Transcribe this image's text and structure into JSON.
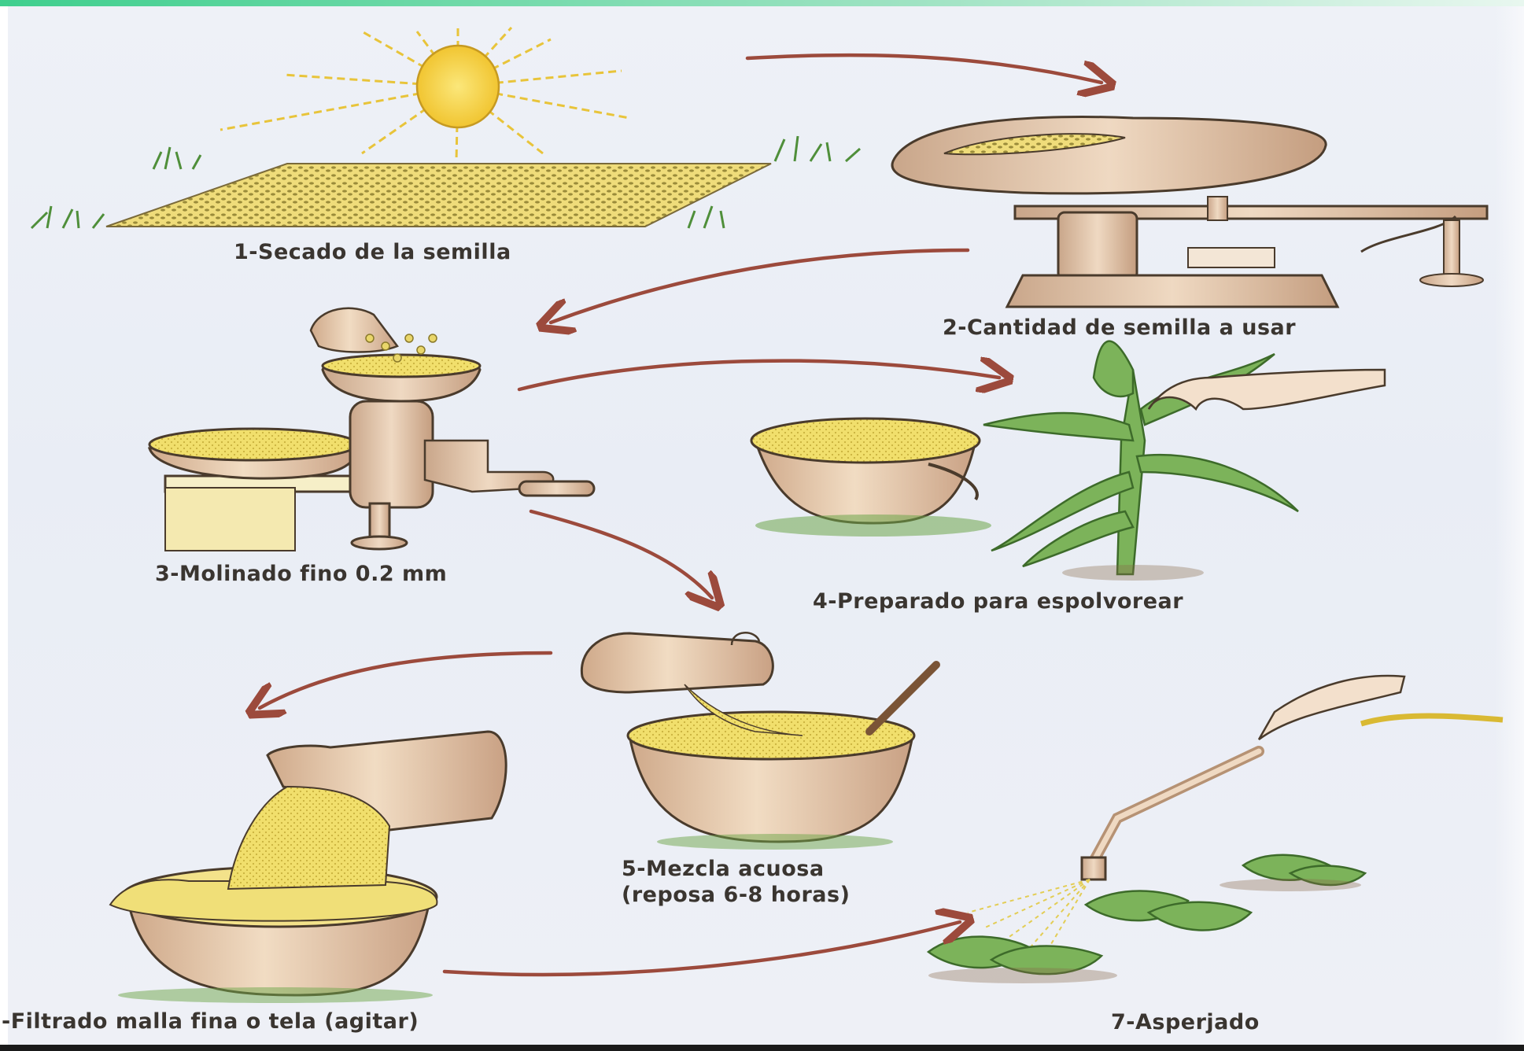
{
  "steps": [
    {
      "id": 1,
      "label": "1-Secado de la semilla",
      "icon": "sun-drying-icon"
    },
    {
      "id": 2,
      "label": "2-Cantidad de semilla a usar",
      "icon": "scale-icon"
    },
    {
      "id": 3,
      "label": "3-Molinado fino 0.2 mm",
      "icon": "grinder-icon"
    },
    {
      "id": 4,
      "label": "4-Preparado para espolvorear",
      "icon": "dusting-plant-icon"
    },
    {
      "id": 5,
      "label_line1": "5-Mezcla acuosa",
      "label_line2": "(reposa 6-8 horas)",
      "icon": "mixing-bowl-icon"
    },
    {
      "id": 6,
      "label": "-Filtrado malla fina o tela (agitar)",
      "icon": "filter-bowl-icon"
    },
    {
      "id": 7,
      "label": "7-Asperjado",
      "icon": "sprayer-icon"
    }
  ],
  "colors": {
    "arrow": "#9c4a3c",
    "line": "#4a3b2c",
    "seed": "#e9d66a",
    "pot": "#e6c8a8",
    "leaf": "#6ea64a",
    "sun": "#f4d24a",
    "paper": "#eceff6"
  }
}
